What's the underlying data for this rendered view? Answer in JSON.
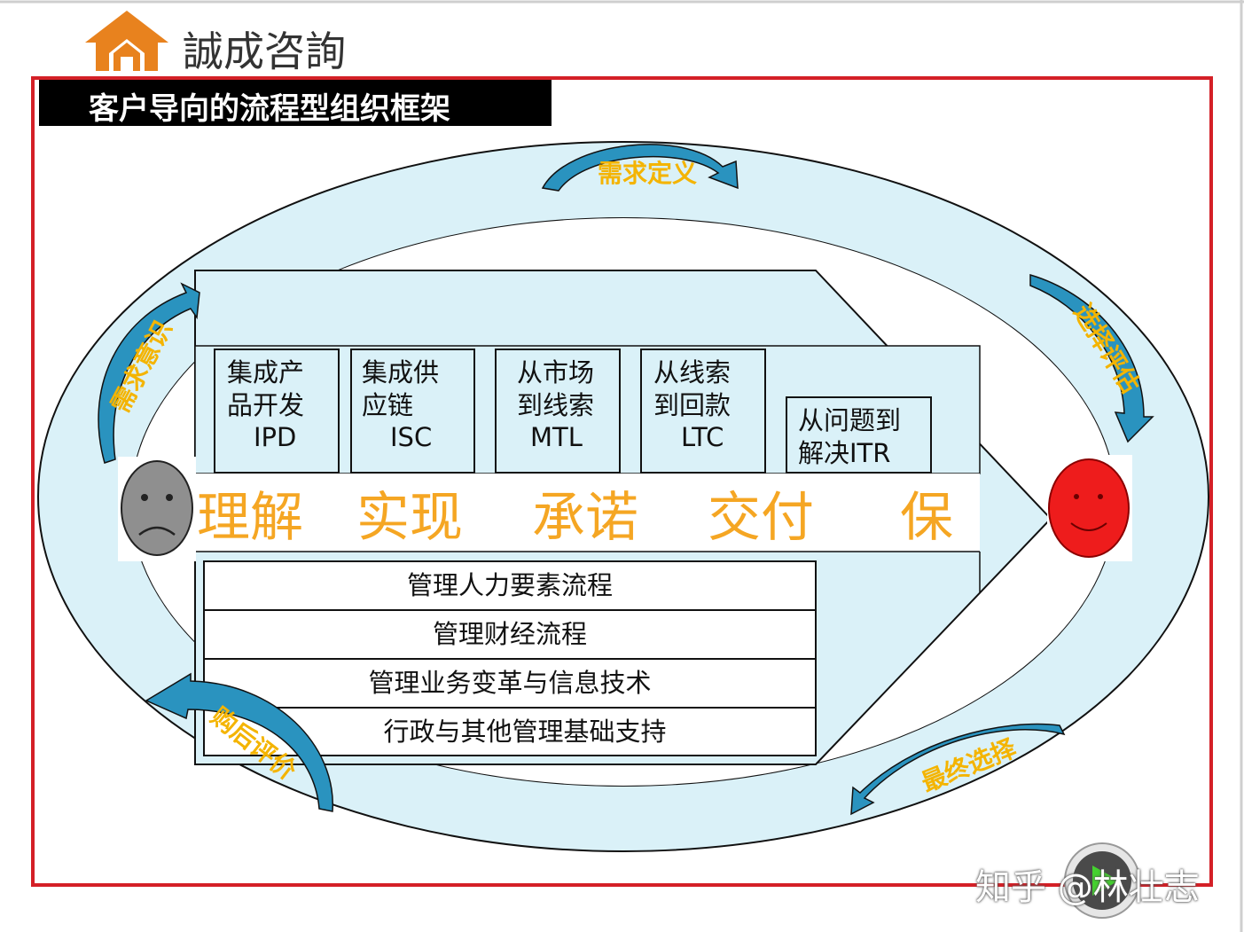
{
  "brand": {
    "name": "誠成咨詢"
  },
  "header": {
    "title": "客户导向的流程型组织框架"
  },
  "stages": [
    {
      "label": "需求定义"
    },
    {
      "label": "选择评估"
    },
    {
      "label": "最终选择"
    },
    {
      "label": "购后评价"
    },
    {
      "label": "需求意识"
    }
  ],
  "top_processes": [
    {
      "lines": [
        "集成产",
        "品开发",
        "IPD"
      ]
    },
    {
      "lines": [
        "集成供",
        "应链",
        "ISC"
      ]
    },
    {
      "lines": [
        "从市场",
        "到线索",
        "MTL"
      ]
    },
    {
      "lines": [
        "从线索",
        "到回款",
        "LTC"
      ]
    },
    {
      "lines": [
        "从问题到",
        "解决ITR"
      ]
    }
  ],
  "flow_words": [
    "理解",
    "实现",
    "承诺",
    "交付",
    "保"
  ],
  "support_processes": [
    {
      "label": "管理人力要素流程"
    },
    {
      "label": "管理财经流程"
    },
    {
      "label": "管理业务变革与信息技术"
    },
    {
      "label": "行政与其他管理基础支持"
    }
  ],
  "watermark": {
    "text": "知乎 @林壮志"
  },
  "colors": {
    "frame": "#d42027",
    "ring": "#daf1f8",
    "arrow": "#2a93bf",
    "stage_text": "#f4b400",
    "flow_text": "#f5a623",
    "logo": "#e8821e",
    "sad_face": "#8f8f8f",
    "happy_face": "#ee1c1c",
    "title_bg": "#000000"
  }
}
